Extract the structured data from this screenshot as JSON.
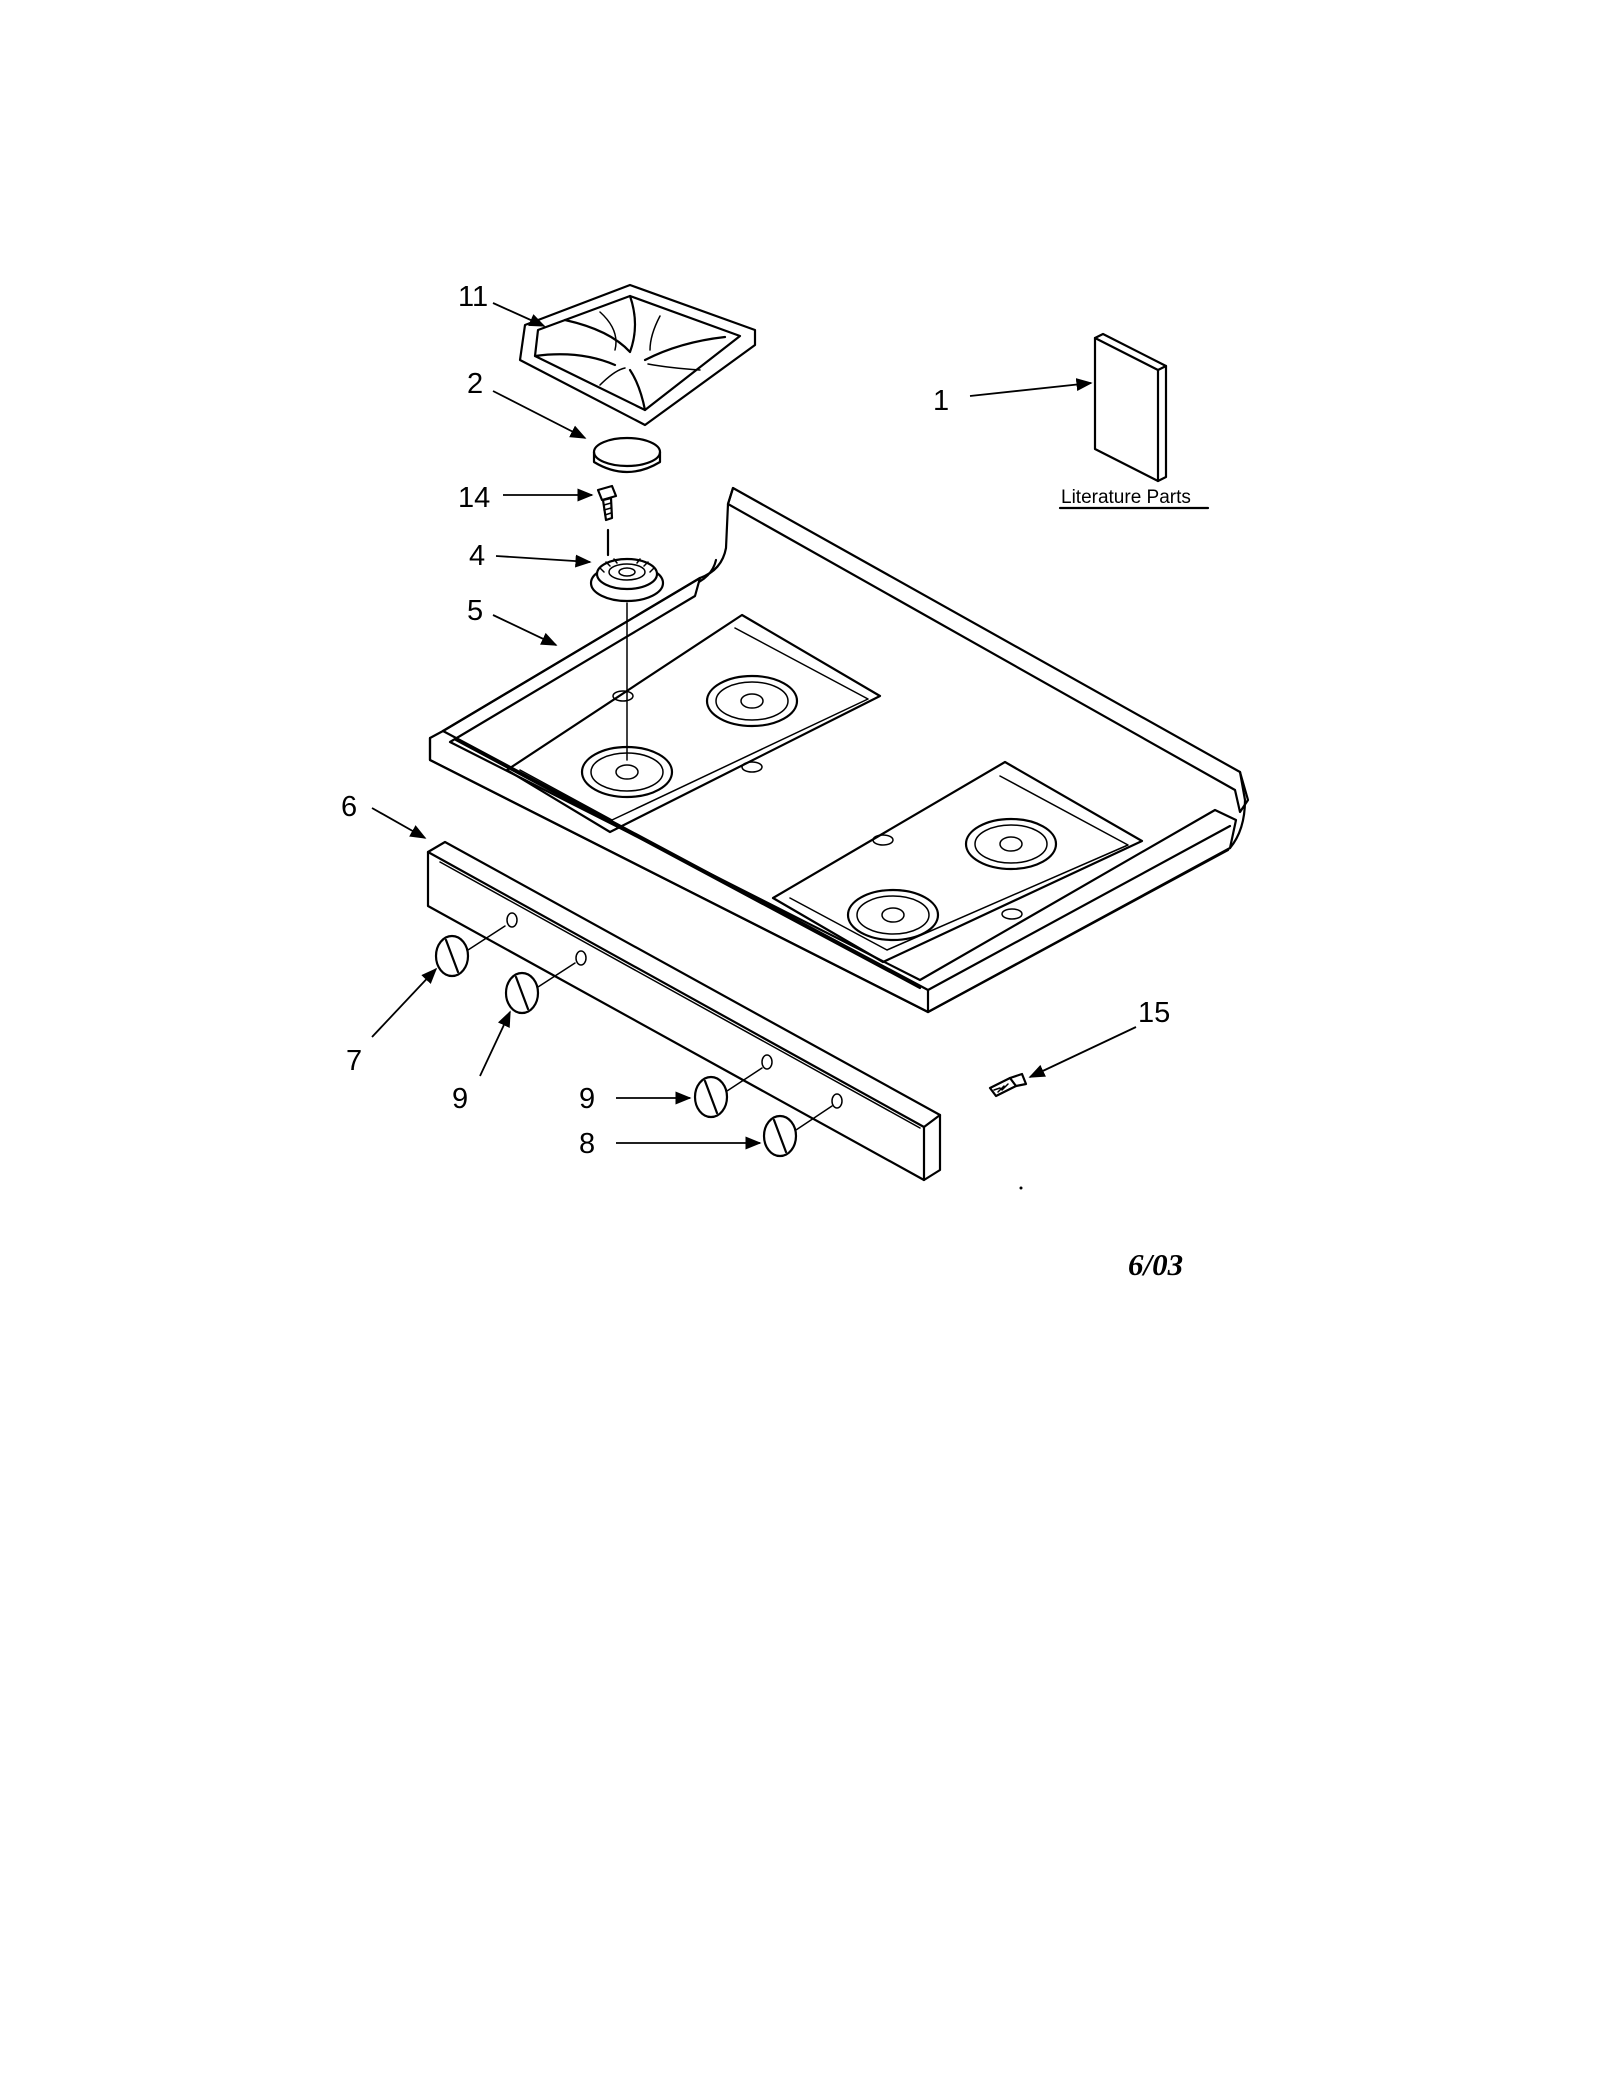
{
  "diagram": {
    "callouts": {
      "c11": "11",
      "c2": "2",
      "c1": "1",
      "c14": "14",
      "c4": "4",
      "c5": "5",
      "c6": "6",
      "c7": "7",
      "c9a": "9",
      "c9b": "9",
      "c8": "8",
      "c15": "15"
    },
    "literature_label": "Literature Parts",
    "date_stamp": "6/03"
  }
}
